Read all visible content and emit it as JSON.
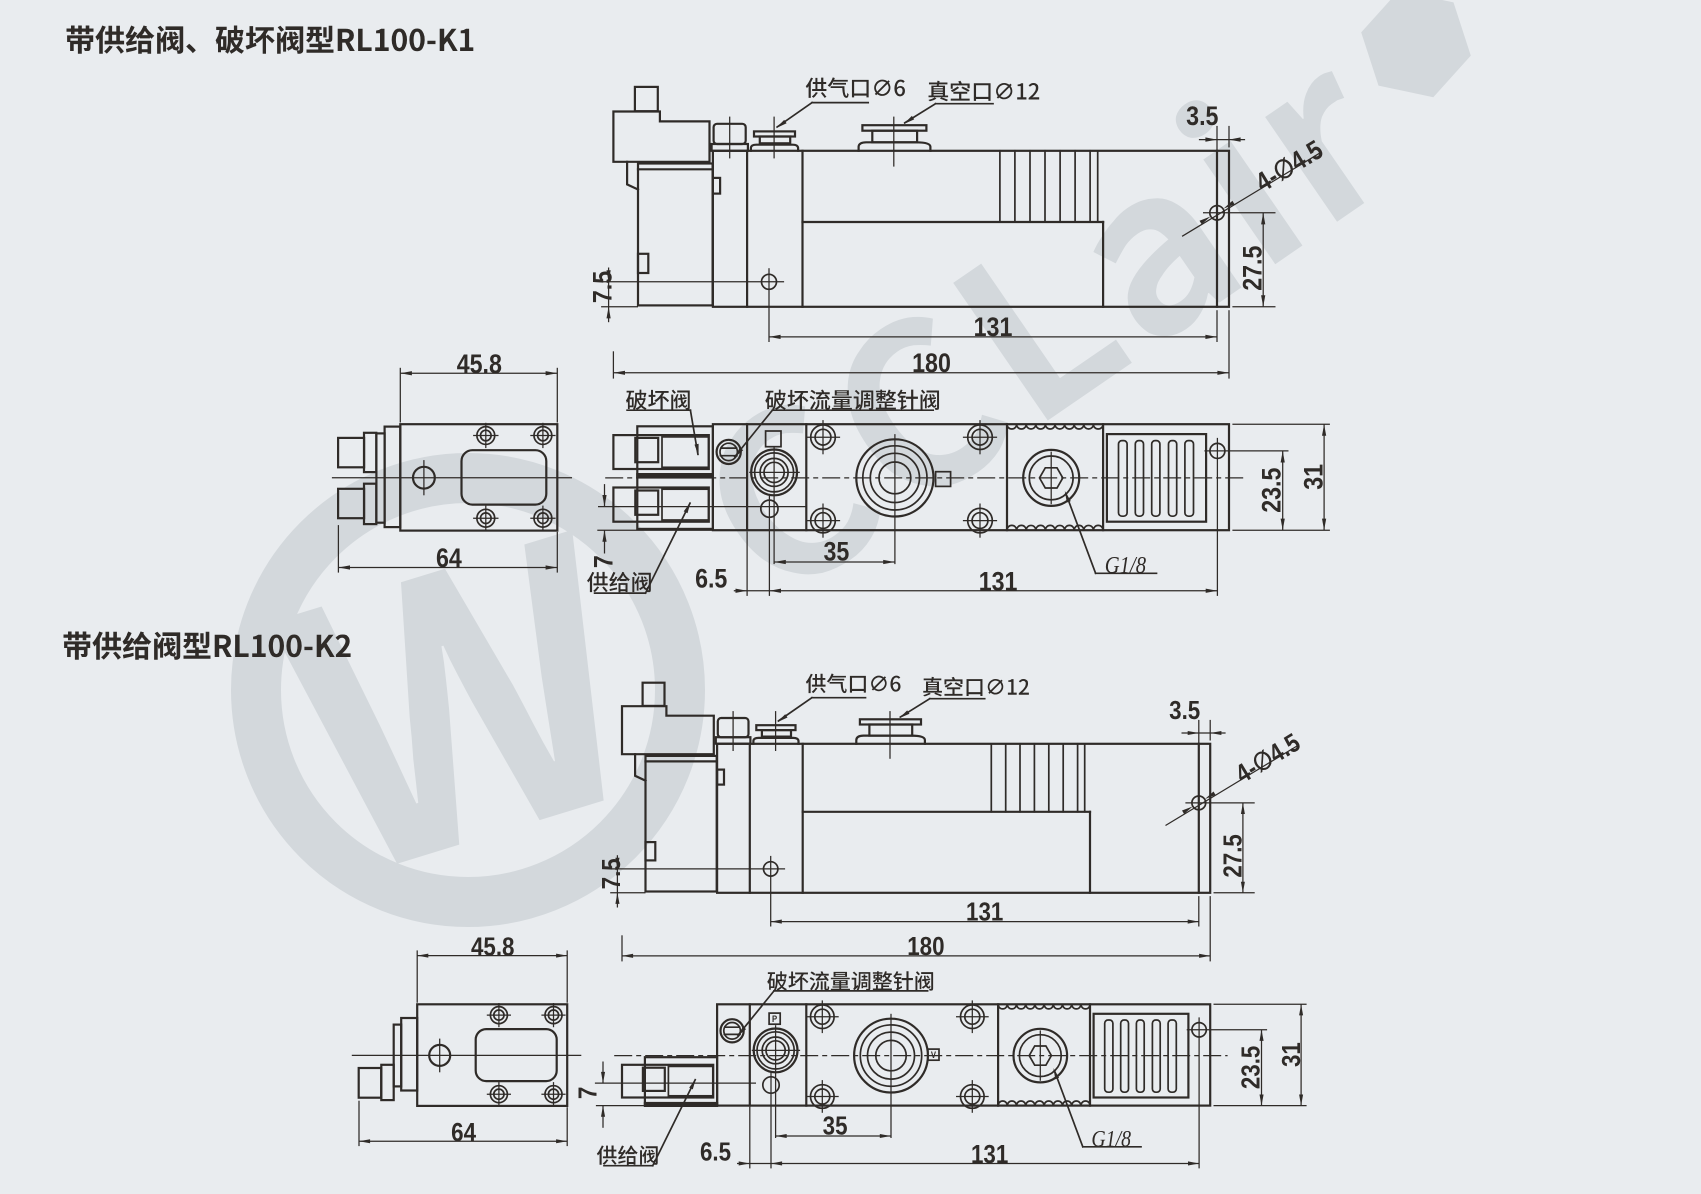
{
  "page": {
    "background": "#e9ecef",
    "line_color": "#2f2b28",
    "watermark_color": "#d3d8dc",
    "watermark_text": "CCLair"
  },
  "k1": {
    "title": "带供给阀、破坏阀型RL100-K1",
    "side": {
      "supply_port_label": "供气口∅6",
      "vacuum_port_label": "真空口∅12",
      "dim_3_5": "3.5",
      "hole_note": "4-∅4.5",
      "dim_27_5": "27.5",
      "dim_7_5": "7.5",
      "dim_131": "131",
      "dim_180": "180"
    },
    "top": {
      "break_valve_label": "破坏阀",
      "needle_valve_label": "破坏流量调整针阀",
      "supply_valve_label": "供给阀",
      "dim_7": "7",
      "dim_6_5": "6.5",
      "dim_35": "35",
      "dim_131": "131",
      "dim_23_5": "23.5",
      "dim_31": "31",
      "thread_label": "G1/8"
    },
    "front": {
      "dim_45_8": "45.8",
      "dim_64": "64"
    }
  },
  "k2": {
    "title": "带供给阀型RL100-K2",
    "side": {
      "supply_port_label": "供气口∅6",
      "vacuum_port_label": "真空口∅12",
      "dim_3_5": "3.5",
      "hole_note": "4-∅4.5",
      "dim_27_5": "27.5",
      "dim_7_5": "7.5",
      "dim_131": "131",
      "dim_180": "180"
    },
    "top": {
      "needle_valve_label": "破坏流量调整针阀",
      "supply_valve_label": "供给阀",
      "port_p": "P",
      "port_v": "V",
      "dim_7": "7",
      "dim_6_5": "6.5",
      "dim_35": "35",
      "dim_131": "131",
      "dim_23_5": "23.5",
      "dim_31": "31",
      "thread_label": "G1/8"
    },
    "front": {
      "dim_45_8": "45.8",
      "dim_64": "64"
    }
  }
}
